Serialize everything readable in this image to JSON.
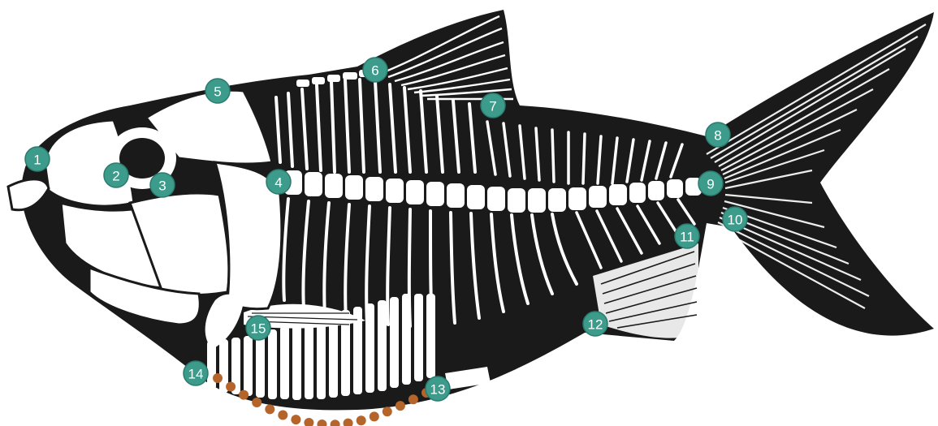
{
  "diagram": {
    "colors": {
      "body": "#1a1a1a",
      "bone": "#ffffff",
      "marker": "#3d9b8c",
      "marker_edge": "#2a7a6d",
      "scute": "#b5652a"
    },
    "markers": [
      {
        "label": "1"
      },
      {
        "label": "2"
      },
      {
        "label": "3"
      },
      {
        "label": "4"
      },
      {
        "label": "5"
      },
      {
        "label": "6"
      },
      {
        "label": "7"
      },
      {
        "label": "8"
      },
      {
        "label": "9"
      },
      {
        "label": "10"
      },
      {
        "label": "11"
      },
      {
        "label": "12"
      },
      {
        "label": "13"
      },
      {
        "label": "14"
      },
      {
        "label": "15"
      }
    ]
  }
}
